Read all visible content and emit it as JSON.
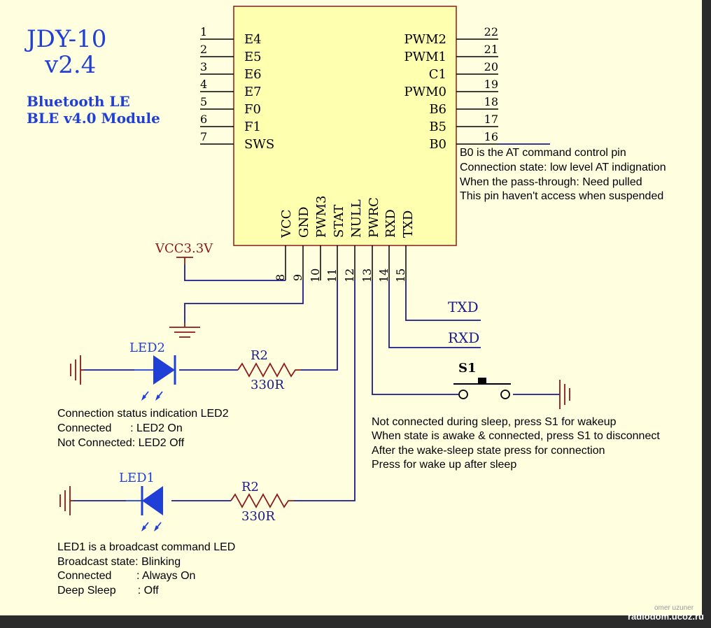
{
  "title": {
    "line1": "JDY-10",
    "line2": "v2.4"
  },
  "subtitle": {
    "line1": "Bluetooth LE",
    "line2": "BLE v4.0 Module"
  },
  "chip": {
    "left_pins": [
      {
        "num": "1",
        "name": "E4"
      },
      {
        "num": "2",
        "name": "E5"
      },
      {
        "num": "3",
        "name": "E6"
      },
      {
        "num": "4",
        "name": "E7"
      },
      {
        "num": "5",
        "name": "F0"
      },
      {
        "num": "6",
        "name": "F1"
      },
      {
        "num": "7",
        "name": "SWS"
      }
    ],
    "right_pins": [
      {
        "num": "22",
        "name": "PWM2"
      },
      {
        "num": "21",
        "name": "PWM1"
      },
      {
        "num": "20",
        "name": "C1"
      },
      {
        "num": "19",
        "name": "PWM0"
      },
      {
        "num": "18",
        "name": "B6"
      },
      {
        "num": "17",
        "name": "B5"
      },
      {
        "num": "16",
        "name": "B0"
      }
    ],
    "bottom_pins": [
      {
        "num": "8",
        "name": "VCC"
      },
      {
        "num": "9",
        "name": "GND"
      },
      {
        "num": "10",
        "name": "PWM3"
      },
      {
        "num": "11",
        "name": "STAT"
      },
      {
        "num": "12",
        "name": "NULL"
      },
      {
        "num": "13",
        "name": "PWRC"
      },
      {
        "num": "14",
        "name": "RXD"
      },
      {
        "num": "15",
        "name": "TXD"
      }
    ]
  },
  "b0_notes": [
    "B0 is the AT command control pin",
    "Connection state: low level AT indignation",
    "When the pass-through: Need pulled",
    "This pin haven't access when suspended"
  ],
  "power_label": "VCC3.3V",
  "txd_label": "TXD",
  "rxd_label": "RXD",
  "led2": {
    "label": "LED2",
    "resistor": "R2",
    "value": "330R"
  },
  "led1": {
    "label": "LED1",
    "resistor": "R2",
    "value": "330R"
  },
  "switch_label": "S1",
  "led2_notes": [
    "Connection status indication LED2",
    "Connected      : LED2 On",
    "Not Connected: LED2 Off"
  ],
  "s1_notes": [
    "Not connected during sleep, press S1 for wakeup",
    "When state is awake & connected, press S1 to disconnect",
    "After the wake-sleep state press for connection",
    "Press for wake up after sleep"
  ],
  "led1_notes": [
    "LED1 is a broadcast command LED",
    "Broadcast state: Blinking",
    "Connected        : Always On",
    "Deep Sleep       : Off"
  ],
  "credit": "omer uzuner",
  "watermark": "radiodom.ucoz.ru",
  "colors": {
    "background": "#ffffe0",
    "chip_fill": "#ffffb0",
    "chip_stroke": "#8b1a1a",
    "wire": "#1a1a8c",
    "blue_text": "#1f3fd6",
    "power": "#8b1a1a"
  }
}
